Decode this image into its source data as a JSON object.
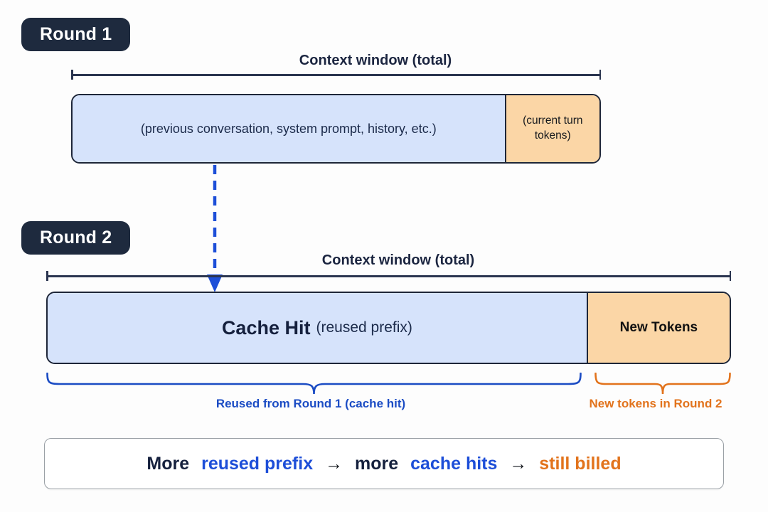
{
  "colors": {
    "badge_bg": "#1e2a3e",
    "blue_fill": "#d6e3fb",
    "orange_fill": "#fbd6a6",
    "bar_border": "#1e2638",
    "accent_blue": "#1b4cc4",
    "accent_orange": "#e2731c",
    "summary_blue": "#1d4ed8",
    "text_dark": "#1b2540"
  },
  "round1": {
    "badge": "Round 1",
    "context_label": "Context window (total)",
    "bar": {
      "blue_label": "(previous conversation, system prompt, history, etc.)",
      "orange_label": "(current turn tokens)"
    }
  },
  "round2": {
    "badge": "Round 2",
    "context_label": "Context window (total)",
    "bar": {
      "blue_label_strong": "Cache Hit",
      "blue_label_rest": "(reused prefix)",
      "orange_label": "New Tokens"
    },
    "brace_blue_label": "Reused from Round 1 (cache hit)",
    "brace_orange_label": "New tokens in Round 2"
  },
  "summary": {
    "word1": "More",
    "blue1": "reused prefix",
    "arrow1": "→",
    "word2": "more",
    "blue2": "cache hits",
    "arrow2": "→",
    "orange": "still billed"
  }
}
